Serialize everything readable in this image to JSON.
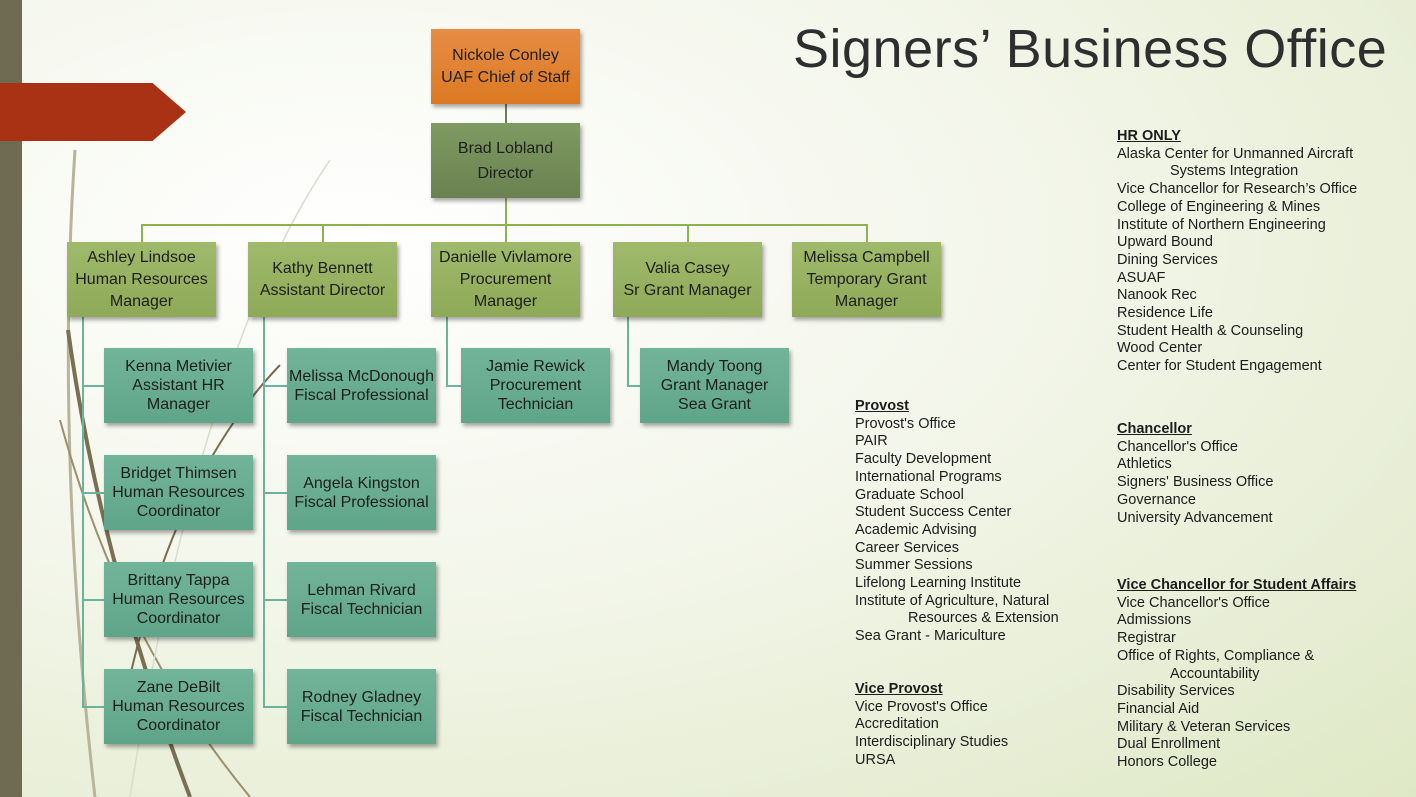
{
  "title": "Signers’ Business Office",
  "org": {
    "chief": {
      "name": "Nickole Conley",
      "role": "UAF Chief of Staff"
    },
    "director": {
      "name": "Brad Lobland",
      "role": "Director"
    },
    "managers": [
      {
        "name": "Ashley Lindsoe",
        "role": "Human Resources Manager"
      },
      {
        "name": "Kathy Bennett",
        "role": "Assistant Director"
      },
      {
        "name": "Danielle Vivlamore",
        "role": "Procurement Manager"
      },
      {
        "name": "Valia Casey",
        "role": "Sr Grant Manager"
      },
      {
        "name": "Melissa Campbell",
        "role": "Temporary Grant Manager"
      }
    ],
    "hr_staff": [
      {
        "name": "Kenna Metivier",
        "role": "Assistant HR Manager"
      },
      {
        "name": "Bridget Thimsen",
        "role": "Human Resources Coordinator"
      },
      {
        "name": "Brittany Tappa",
        "role": "Human Resources Coordinator"
      },
      {
        "name": "Zane DeBilt",
        "role": "Human Resources Coordinator"
      }
    ],
    "fiscal_staff": [
      {
        "name": "Melissa McDonough",
        "role": "Fiscal Professional"
      },
      {
        "name": "Angela Kingston",
        "role": "Fiscal Professional"
      },
      {
        "name": "Lehman Rivard",
        "role": "Fiscal Technician"
      },
      {
        "name": "Rodney Gladney",
        "role": "Fiscal Technician"
      }
    ],
    "procurement_staff": [
      {
        "name": "Jamie Rewick",
        "role": "Procurement Technician"
      }
    ],
    "grant_staff": [
      {
        "name": "Mandy Toong",
        "role": "Grant Manager",
        "extra": "Sea Grant"
      }
    ]
  },
  "lists": {
    "hr_only": {
      "heading": "HR ONLY",
      "items": [
        "Alaska Center for Unmanned Aircraft",
        "Systems Integration",
        "Vice Chancellor for Research’s Office",
        "College of Engineering & Mines",
        "Institute of Northern Engineering",
        "Upward Bound",
        "Dining Services",
        "ASUAF",
        "Nanook Rec",
        "Residence Life",
        "Student Health & Counseling",
        "Wood Center",
        "Center for Student Engagement"
      ]
    },
    "provost": {
      "heading": "Provost",
      "items": [
        "Provost's Office",
        "PAIR",
        "Faculty Development",
        "International Programs",
        "Graduate School",
        "Student Success Center",
        "Academic Advising",
        "Career Services",
        "Summer Sessions",
        "Lifelong Learning Institute",
        "Institute of Agriculture, Natural",
        "Resources & Extension",
        "Sea Grant - Mariculture"
      ]
    },
    "chancellor": {
      "heading": "Chancellor",
      "items": [
        "Chancellor's Office",
        "Athletics",
        "Signers' Business Office",
        "Governance",
        "University Advancement"
      ]
    },
    "vice_provost": {
      "heading": "Vice Provost",
      "items": [
        "Vice Provost's Office",
        "Accreditation",
        "Interdisciplinary Studies",
        "URSA"
      ]
    },
    "vcsa": {
      "heading": "Vice Chancellor for Student Affairs",
      "items": [
        "Vice Chancellor's Office",
        "Admissions",
        "Registrar",
        "Office of Rights, Compliance &",
        "Accountability",
        "Disability Services",
        "Financial Aid",
        "Military & Veteran Services",
        "Dual Enrollment",
        "Honors College"
      ]
    }
  }
}
